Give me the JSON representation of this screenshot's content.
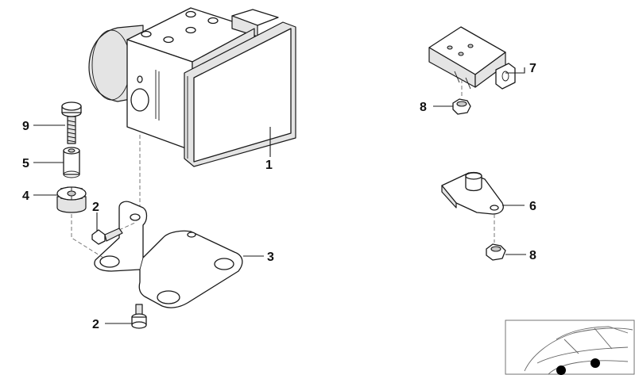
{
  "callouts": {
    "hydraulic_unit": "1",
    "screw_upper": "2",
    "screw_lower": "2",
    "bracket": "3",
    "rubber_mount": "4",
    "bushing": "5",
    "sensor_with_tab": "6",
    "yaw_sensor": "7",
    "nut_upper": "8",
    "nut_lower": "8",
    "bolt": "9"
  },
  "colors": {
    "line": "#1a1a1a",
    "shade": "#e4e4e4",
    "thumbnail_dots": "#000000"
  },
  "thumbnail_icon": "car-location-icon"
}
